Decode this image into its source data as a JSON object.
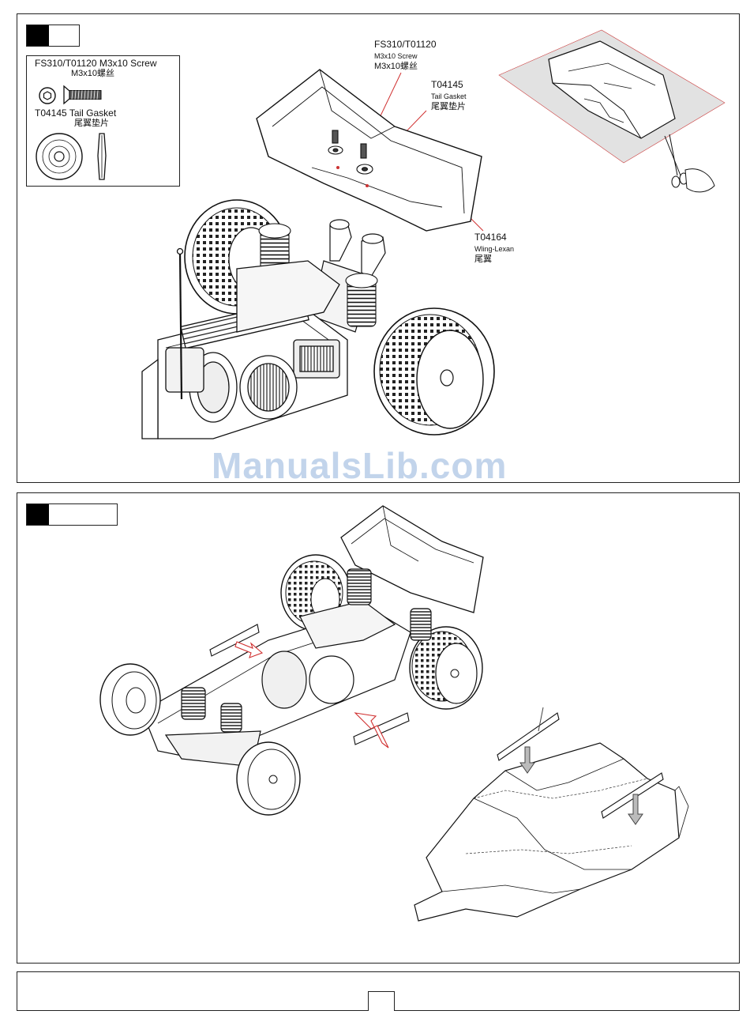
{
  "step1": {
    "parts": {
      "screw_label": "FS310/T01120 M3x10 Screw",
      "screw_cn": "M3x10螺丝",
      "gasket_label": "T04145 Tail Gasket",
      "gasket_cn": "尾翼垫片"
    },
    "callouts": {
      "screw_code": "FS310/T01120",
      "screw_name": "M3x10 Screw",
      "screw_cn": "M3x10螺丝",
      "gasket_code": "T04145",
      "gasket_name": "Tail Gasket",
      "gasket_cn": "尾翼垫片",
      "wing_code": "T04164",
      "wing_name": "Wling-Lexan",
      "wing_cn": "尾翼"
    }
  },
  "watermark": "ManualsLib.com",
  "icons": [
    "hex-socket-icon",
    "screw-icon",
    "gasket-face-icon",
    "gasket-side-icon",
    "scissors-hand-icon",
    "down-arrow-icon",
    "right-arrow-icon"
  ],
  "colors": {
    "border": "#222222",
    "step_block": "#000000",
    "watermark": "#78a0d2",
    "leader_line": "#d03030",
    "trim_sheet": "#e2e2e2"
  }
}
